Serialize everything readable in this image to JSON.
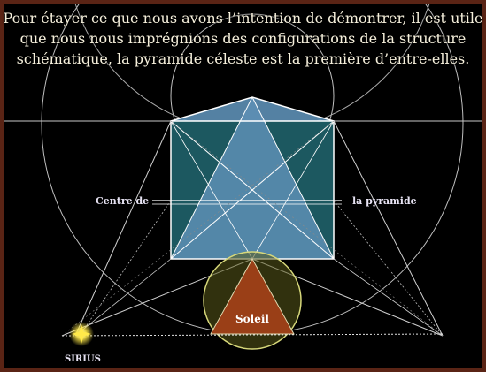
{
  "caption": {
    "line1": "Pour étayer ce que nous avons l’intention de démontrer, il est utile",
    "line2": "que nous nous imprégnions des configurations de la structure",
    "line3": "schématique, la pyramide céleste est la  première d’entre-elles."
  },
  "labels": {
    "centre_left": "Centre de",
    "centre_right": "la pyramide",
    "sun": "Soleil",
    "star": "SIRIUS"
  },
  "colors": {
    "frame": "#5a2415",
    "background": "#000000",
    "square_fill": "#1c5860",
    "triangle_fill": "#5d8fb5",
    "sun_circle": "#d6d77a",
    "sun_triangle": "#9a3f17",
    "lines": "#ffffff",
    "star": "#ffe94a"
  },
  "icons": [
    "star-glyph"
  ]
}
